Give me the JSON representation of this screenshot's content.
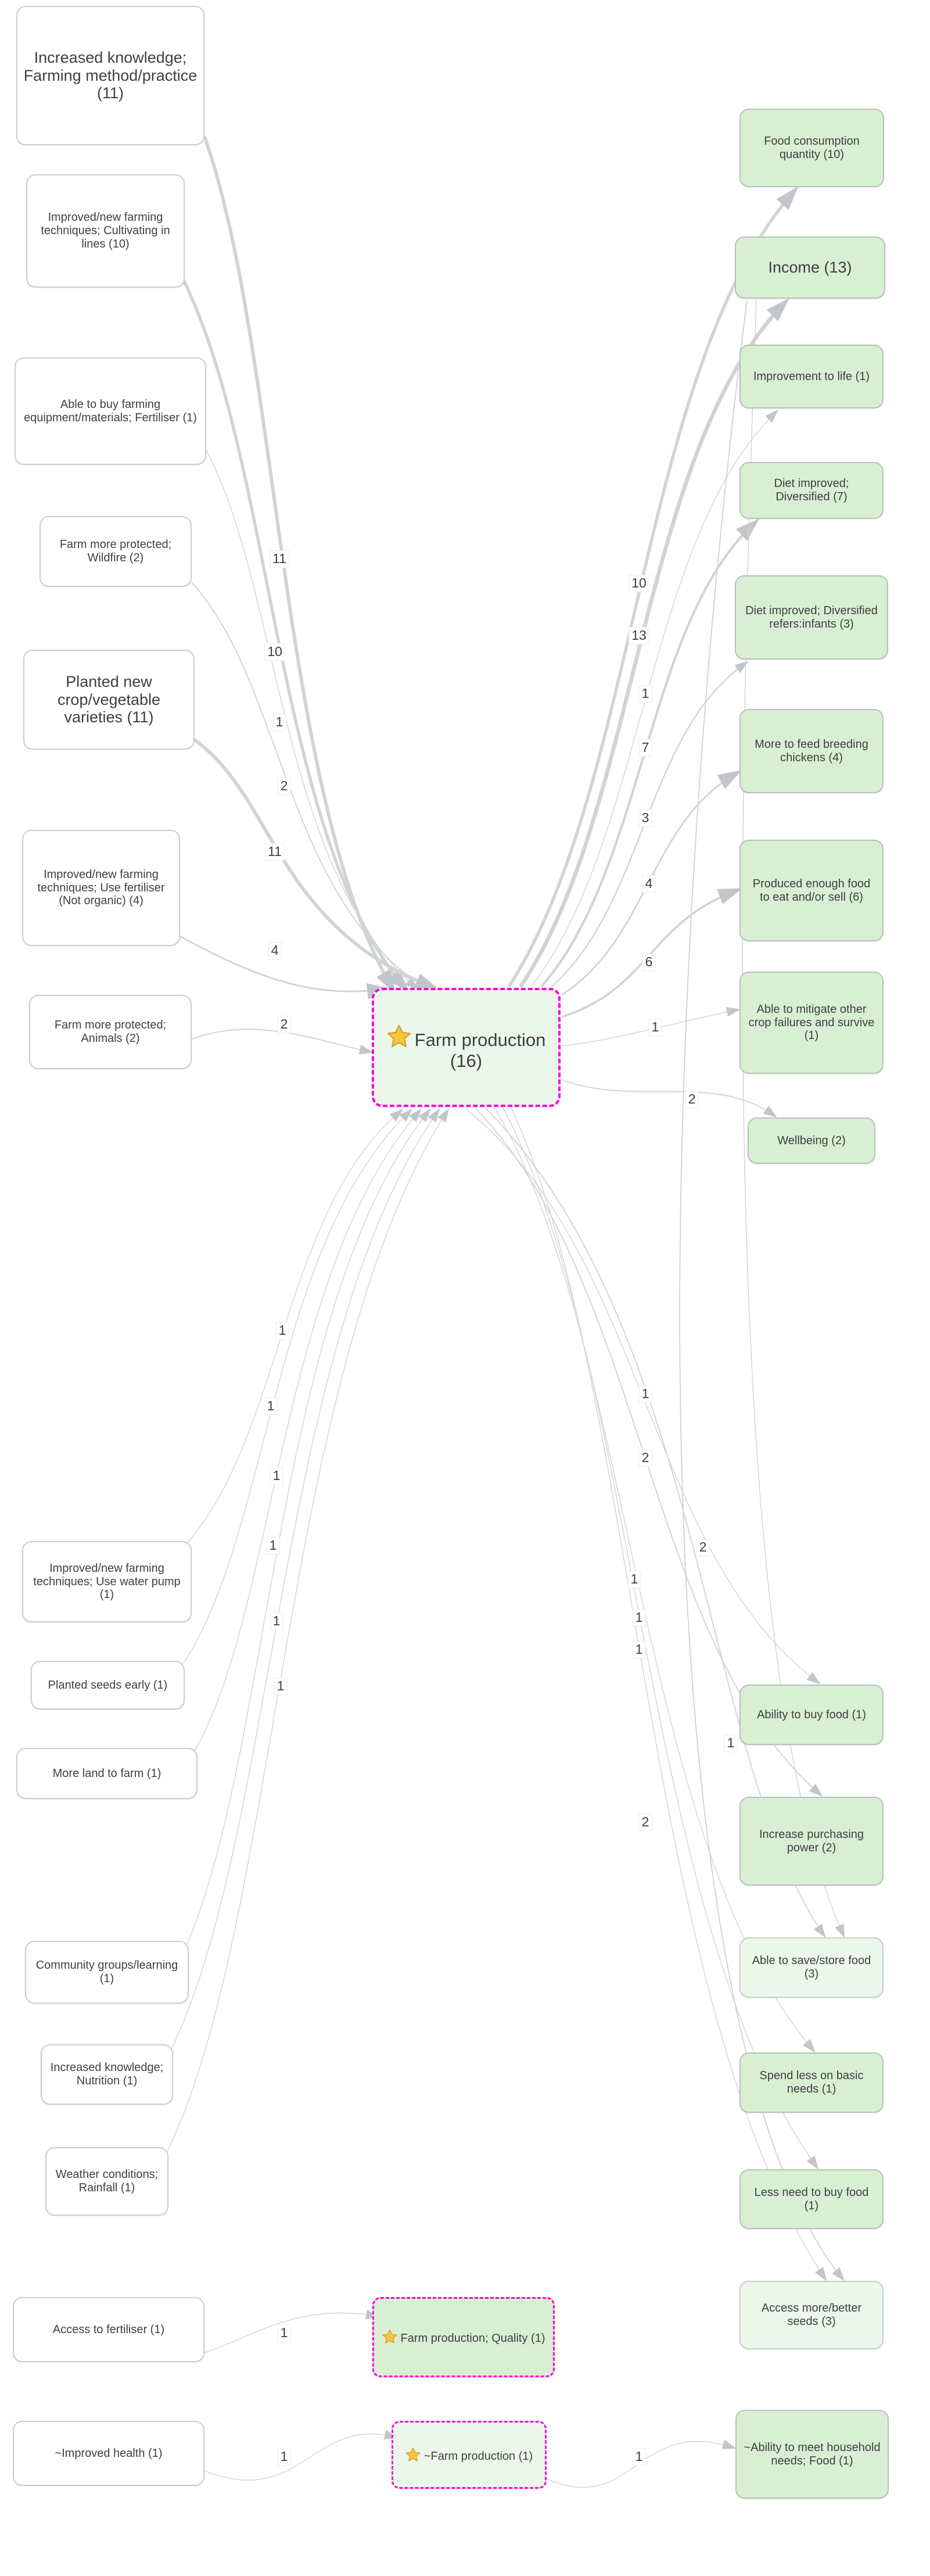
{
  "diagram": {
    "title": "Farm production causal map",
    "colors": {
      "focal_border_magenta": "#FF00DC",
      "green_node_fill": "#D8EFD4",
      "green_light_node_fill": "#ECF7EC",
      "plain_node_fill": "#FFFFFF",
      "edge_gray": "#D1D4D6",
      "text": "#3F3F3F"
    },
    "nodes": [
      {
        "id": "increased-knowledge-farming",
        "label": "Increased knowledge; Farming method/practice (11)",
        "style": "plain",
        "size": "lg",
        "focal": false
      },
      {
        "id": "cultivating-in-lines",
        "label": "Improved/new farming techniques; Cultivating in lines (10)",
        "style": "plain",
        "size": "md",
        "focal": false
      },
      {
        "id": "buy-equipment",
        "label": "Able to buy farming equipment/materials; Fertiliser (1)",
        "style": "plain",
        "size": "md",
        "focal": false
      },
      {
        "id": "wildfire",
        "label": "Farm more protected; Wildfire (2)",
        "style": "plain",
        "size": "md",
        "focal": false
      },
      {
        "id": "new-varieties",
        "label": "Planted new crop/vegetable varieties (11)",
        "style": "plain",
        "size": "lg",
        "focal": false
      },
      {
        "id": "use-fertiliser",
        "label": "Improved/new farming techniques; Use fertiliser (Not organic) (4)",
        "style": "plain",
        "size": "md",
        "focal": false
      },
      {
        "id": "animals",
        "label": "Farm more protected; Animals (2)",
        "style": "plain",
        "size": "md",
        "focal": false
      },
      {
        "id": "water-pump",
        "label": "Improved/new farming techniques; Use water pump (1)",
        "style": "plain",
        "size": "md",
        "focal": false
      },
      {
        "id": "seeds-early",
        "label": "Planted seeds early (1)",
        "style": "plain",
        "size": "md",
        "focal": false
      },
      {
        "id": "more-land",
        "label": "More land to farm (1)",
        "style": "plain",
        "size": "md",
        "focal": false
      },
      {
        "id": "community-groups",
        "label": "Community groups/learning (1)",
        "style": "plain",
        "size": "md",
        "focal": false
      },
      {
        "id": "nutrition",
        "label": "Increased knowledge; Nutrition (1)",
        "style": "plain",
        "size": "md",
        "focal": false
      },
      {
        "id": "rainfall",
        "label": "Weather conditions; Rainfall (1)",
        "style": "plain",
        "size": "md",
        "focal": false
      },
      {
        "id": "access-fertiliser",
        "label": "Access to fertiliser (1)",
        "style": "plain",
        "size": "md",
        "focal": false
      },
      {
        "id": "improved-health",
        "label": "~Improved health (1)",
        "style": "plain",
        "size": "md",
        "focal": false
      },
      {
        "id": "farm-production",
        "label": "Farm production (16)",
        "style": "green-light",
        "size": "xl",
        "focal": true
      },
      {
        "id": "fp-quality",
        "label": "Farm production; Quality (1)",
        "style": "green",
        "size": "md",
        "focal": true
      },
      {
        "id": "nfp",
        "label": "~Farm production (1)",
        "style": "green-light",
        "size": "md",
        "focal": true
      },
      {
        "id": "food-consumption",
        "label": "Food consumption quantity (10)",
        "style": "green",
        "size": "md",
        "focal": false
      },
      {
        "id": "income",
        "label": "Income (13)",
        "style": "green",
        "size": "lg",
        "focal": false
      },
      {
        "id": "improvement-life",
        "label": "Improvement to life (1)",
        "style": "green",
        "size": "md",
        "focal": false
      },
      {
        "id": "diet-improved",
        "label": "Diet improved; Diversified (7)",
        "style": "green",
        "size": "md",
        "focal": false
      },
      {
        "id": "diet-infants",
        "label": "Diet improved; Diversified refers:infants (3)",
        "style": "green",
        "size": "md",
        "focal": false
      },
      {
        "id": "feed-chickens",
        "label": "More to feed breeding chickens (4)",
        "style": "green",
        "size": "md",
        "focal": false
      },
      {
        "id": "produced-enough",
        "label": "Produced enough food to eat and/or sell (6)",
        "style": "green",
        "size": "md",
        "focal": false
      },
      {
        "id": "able-mitigate",
        "label": "Able to mitigate other crop failures and survive (1)",
        "style": "green",
        "size": "md",
        "focal": false
      },
      {
        "id": "wellbeing",
        "label": "Wellbeing (2)",
        "style": "green",
        "size": "md",
        "focal": false
      },
      {
        "id": "ability-buy-food",
        "label": "Ability to buy food (1)",
        "style": "green",
        "size": "md",
        "focal": false
      },
      {
        "id": "increase-purchasing",
        "label": "Increase purchasing power (2)",
        "style": "green",
        "size": "md",
        "focal": false
      },
      {
        "id": "able-save-store",
        "label": "Able to save/store food (3)",
        "style": "green-light",
        "size": "md",
        "focal": false
      },
      {
        "id": "spend-less",
        "label": "Spend less on basic needs (1)",
        "style": "green",
        "size": "md",
        "focal": false
      },
      {
        "id": "less-need-buy",
        "label": "Less need to buy food (1)",
        "style": "green",
        "size": "md",
        "focal": false
      },
      {
        "id": "access-seeds",
        "label": "Access more/better seeds (3)",
        "style": "green-light",
        "size": "md",
        "focal": false
      },
      {
        "id": "ability-household",
        "label": "~Ability to meet household needs; Food (1)",
        "style": "green",
        "size": "md",
        "focal": false
      }
    ],
    "edges": [
      {
        "from": "increased-knowledge-farming",
        "to": "farm-production",
        "label": "11",
        "weight": 11
      },
      {
        "from": "cultivating-in-lines",
        "to": "farm-production",
        "label": "10",
        "weight": 10
      },
      {
        "from": "buy-equipment",
        "to": "farm-production",
        "label": "1",
        "weight": 1
      },
      {
        "from": "wildfire",
        "to": "farm-production",
        "label": "2",
        "weight": 2
      },
      {
        "from": "new-varieties",
        "to": "farm-production",
        "label": "11",
        "weight": 11
      },
      {
        "from": "use-fertiliser",
        "to": "farm-production",
        "label": "4",
        "weight": 4
      },
      {
        "from": "animals",
        "to": "farm-production",
        "label": "2",
        "weight": 2
      },
      {
        "from": "water-pump",
        "to": "farm-production",
        "label": "1",
        "weight": 1
      },
      {
        "from": "seeds-early",
        "to": "farm-production",
        "label": "1",
        "weight": 1
      },
      {
        "from": "more-land",
        "to": "farm-production",
        "label": "1",
        "weight": 1
      },
      {
        "from": "community-groups",
        "to": "farm-production",
        "label": "1",
        "weight": 1
      },
      {
        "from": "nutrition",
        "to": "farm-production",
        "label": "1",
        "weight": 1
      },
      {
        "from": "rainfall",
        "to": "farm-production",
        "label": "1",
        "weight": 1
      },
      {
        "from": "farm-production",
        "to": "food-consumption",
        "label": "10",
        "weight": 10
      },
      {
        "from": "farm-production",
        "to": "income",
        "label": "13",
        "weight": 13
      },
      {
        "from": "farm-production",
        "to": "improvement-life",
        "label": "1",
        "weight": 1
      },
      {
        "from": "farm-production",
        "to": "diet-improved",
        "label": "7",
        "weight": 7
      },
      {
        "from": "farm-production",
        "to": "diet-infants",
        "label": "3",
        "weight": 3
      },
      {
        "from": "farm-production",
        "to": "feed-chickens",
        "label": "4",
        "weight": 4
      },
      {
        "from": "farm-production",
        "to": "produced-enough",
        "label": "6",
        "weight": 6
      },
      {
        "from": "farm-production",
        "to": "able-mitigate",
        "label": "1",
        "weight": 1
      },
      {
        "from": "farm-production",
        "to": "wellbeing",
        "label": "2",
        "weight": 2
      },
      {
        "from": "farm-production",
        "to": "ability-buy-food",
        "label": "1",
        "weight": 1
      },
      {
        "from": "farm-production",
        "to": "increase-purchasing",
        "label": "2",
        "weight": 2
      },
      {
        "from": "farm-production",
        "to": "able-save-store",
        "label": "2",
        "weight": 2
      },
      {
        "from": "farm-production",
        "to": "spend-less",
        "label": "1",
        "weight": 1
      },
      {
        "from": "farm-production",
        "to": "less-need-buy",
        "label": "1",
        "weight": 1
      },
      {
        "from": "farm-production",
        "to": "access-seeds",
        "label": "1",
        "weight": 1
      },
      {
        "from": "income",
        "to": "able-save-store",
        "label": "1",
        "weight": 1
      },
      {
        "from": "income",
        "to": "access-seeds",
        "label": "2",
        "weight": 2
      },
      {
        "from": "access-fertiliser",
        "to": "fp-quality",
        "label": "1",
        "weight": 1
      },
      {
        "from": "improved-health",
        "to": "nfp",
        "label": "1",
        "weight": 1
      },
      {
        "from": "nfp",
        "to": "ability-household",
        "label": "1",
        "weight": 1
      }
    ]
  }
}
